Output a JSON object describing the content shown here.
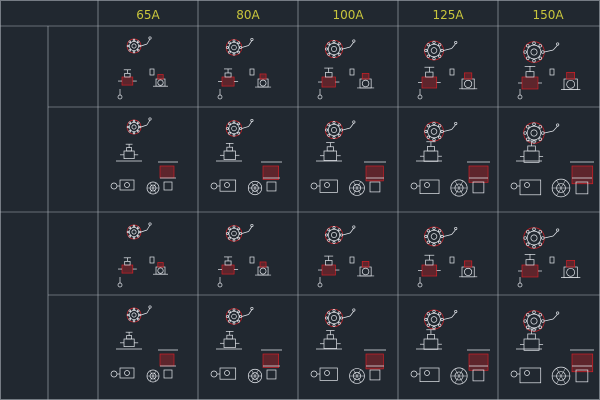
{
  "table": {
    "columns": [
      "65A",
      "80A",
      "100A",
      "125A",
      "150A"
    ],
    "groups": [
      {
        "label": "",
        "rows": [
          {
            "label": ""
          },
          {
            "label": ""
          }
        ]
      },
      {
        "label": "",
        "rows": [
          {
            "label": ""
          },
          {
            "label": ""
          }
        ]
      }
    ]
  },
  "colors": {
    "background": "#212830",
    "grid": "#aeb4bb",
    "text": "#d6d23a",
    "drawing_white": "#e6e9ee",
    "drawing_red": "#d11f26"
  }
}
